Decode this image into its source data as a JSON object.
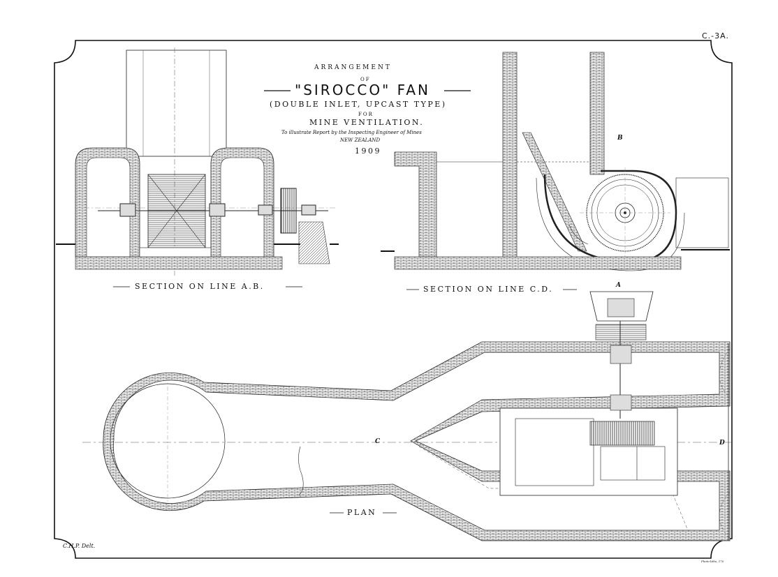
{
  "sheet_ref": "C.-3A.",
  "title": {
    "line1": "ARRANGEMENT",
    "line2": "OF",
    "line3": "\"SIROCCO\" FAN",
    "line4": "(DOUBLE INLET, UPCAST TYPE)",
    "line5": "FOR",
    "line6": "MINE VENTILATION.",
    "line7": "To illustrate Report by the Inspecting Engineer of Mines",
    "line8": "NEW ZEALAND",
    "year": "1909"
  },
  "captions": {
    "section_ab": "SECTION ON LINE A.B.",
    "section_cd": "SECTION ON LINE C.D.",
    "plan": "PLAN"
  },
  "section_letters": {
    "a": "A",
    "b": "B",
    "c": "C",
    "d": "D"
  },
  "signature": "C.H.P. Delt.",
  "printer_mark": "Photo-litho, 170"
}
